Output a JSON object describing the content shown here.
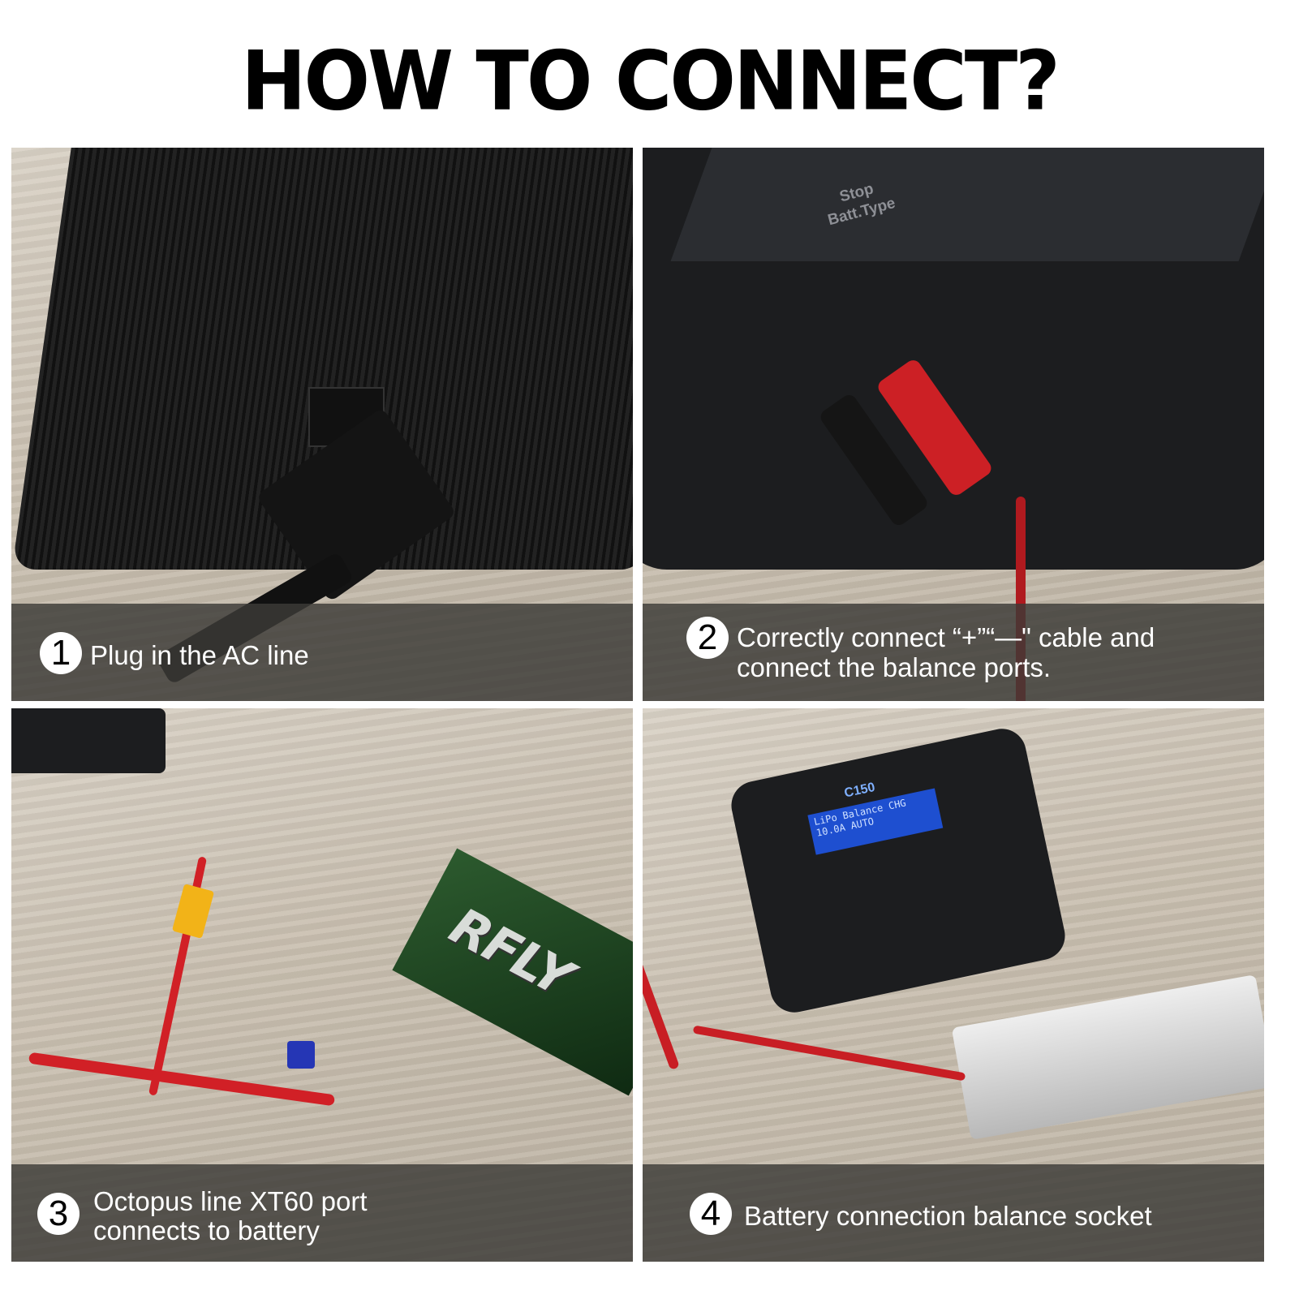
{
  "title": "HOW TO CONNECT?",
  "steps": [
    {
      "number": "1",
      "lines": [
        "Plug in the AC line"
      ]
    },
    {
      "number": "2",
      "lines": [
        "Correctly connect “+”“—\" cable and",
        "connect the balance ports."
      ]
    },
    {
      "number": "3",
      "lines": [
        "Octopus line XT60 port",
        "connects to battery"
      ]
    },
    {
      "number": "4",
      "lines": [
        "Battery connection balance socket"
      ]
    }
  ],
  "photo_labels": {
    "charger_model": "C150",
    "lcd_line1": "LiPo Balance CHG",
    "lcd_line2": "10.0A AUTO",
    "button_stop": "Stop Batt.Type",
    "battery_brand": "RFLY"
  }
}
